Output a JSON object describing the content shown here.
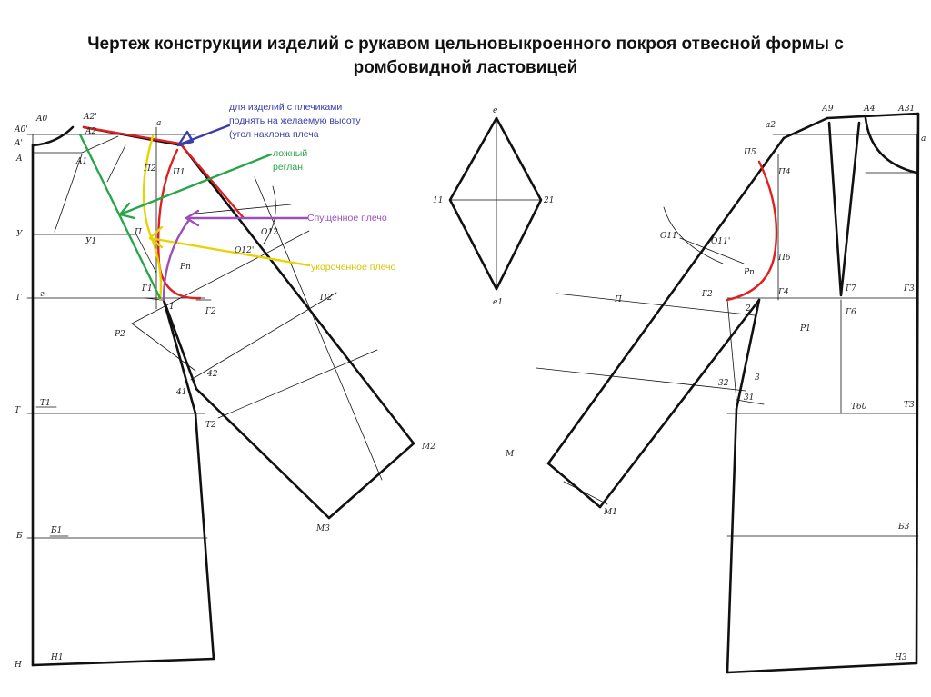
{
  "title": {
    "line1": "Чертеж конструкции изделий с рукавом цельновыкроенного покроя отвесной формы с",
    "line2": "ромбовидной ластовицей"
  },
  "annotations": {
    "shoulder_pads": {
      "line1": "для изделий с плечиками",
      "line2": "поднять на желаемую высоту",
      "line3": "(угол наклона плеча",
      "color": "#3a3fa8"
    },
    "false_raglan": {
      "line1": "ложный",
      "line2": "реглан",
      "color": "#2aa64a"
    },
    "dropped_shoulder": {
      "text": "Спущенное плечо",
      "color": "#9b4fb8"
    },
    "short_shoulder": {
      "text": "укороченное плечо",
      "color": "#e6d400"
    },
    "red_line_color": "#e02020"
  },
  "labels_left": {
    "A0": "A0",
    "A0p": "A0'",
    "Ap": "A'",
    "A": "A",
    "A2p": "A2'",
    "A2": "A2",
    "A1": "A1",
    "a": "a",
    "P2s": "П2",
    "P1s": "П1",
    "P": "П",
    "U": "У",
    "U1": "У1",
    "O12": "О12",
    "O12p": "О12'",
    "Pp": "Рп",
    "G": "Г",
    "G1": "Г1",
    "one": "1",
    "G2": "Г2",
    "i": "г",
    "P2": "П2",
    "R2": "Р2",
    "n42": "42",
    "n41": "41",
    "T": "Т",
    "T1": "Т1",
    "T2": "Т2",
    "M2": "М2",
    "M3": "М3",
    "B": "Б",
    "B1": "Б1",
    "H": "Н",
    "H1": "Н1"
  },
  "labels_gusset": {
    "top": "е",
    "left": "11",
    "right": "21",
    "bottom": "е1"
  },
  "labels_right": {
    "A9": "А9",
    "A4": "А4",
    "A31": "А31",
    "a2": "а2",
    "a": "а",
    "P5": "П5",
    "P4": "П4",
    "O11": "О11",
    "O11p": "О11'",
    "P6": "П6",
    "Pp": "Рп",
    "P": "П",
    "G2": "Г2",
    "G4": "Г4",
    "G7": "Г7",
    "G3": "Г3",
    "G6": "Г6",
    "two": "2",
    "P1": "Р1",
    "n32": "32",
    "n3": "3",
    "n31": "31",
    "T60": "Т60",
    "T3": "Т3",
    "M": "М",
    "M1": "М1",
    "B3": "Б3",
    "H3": "Н3"
  }
}
